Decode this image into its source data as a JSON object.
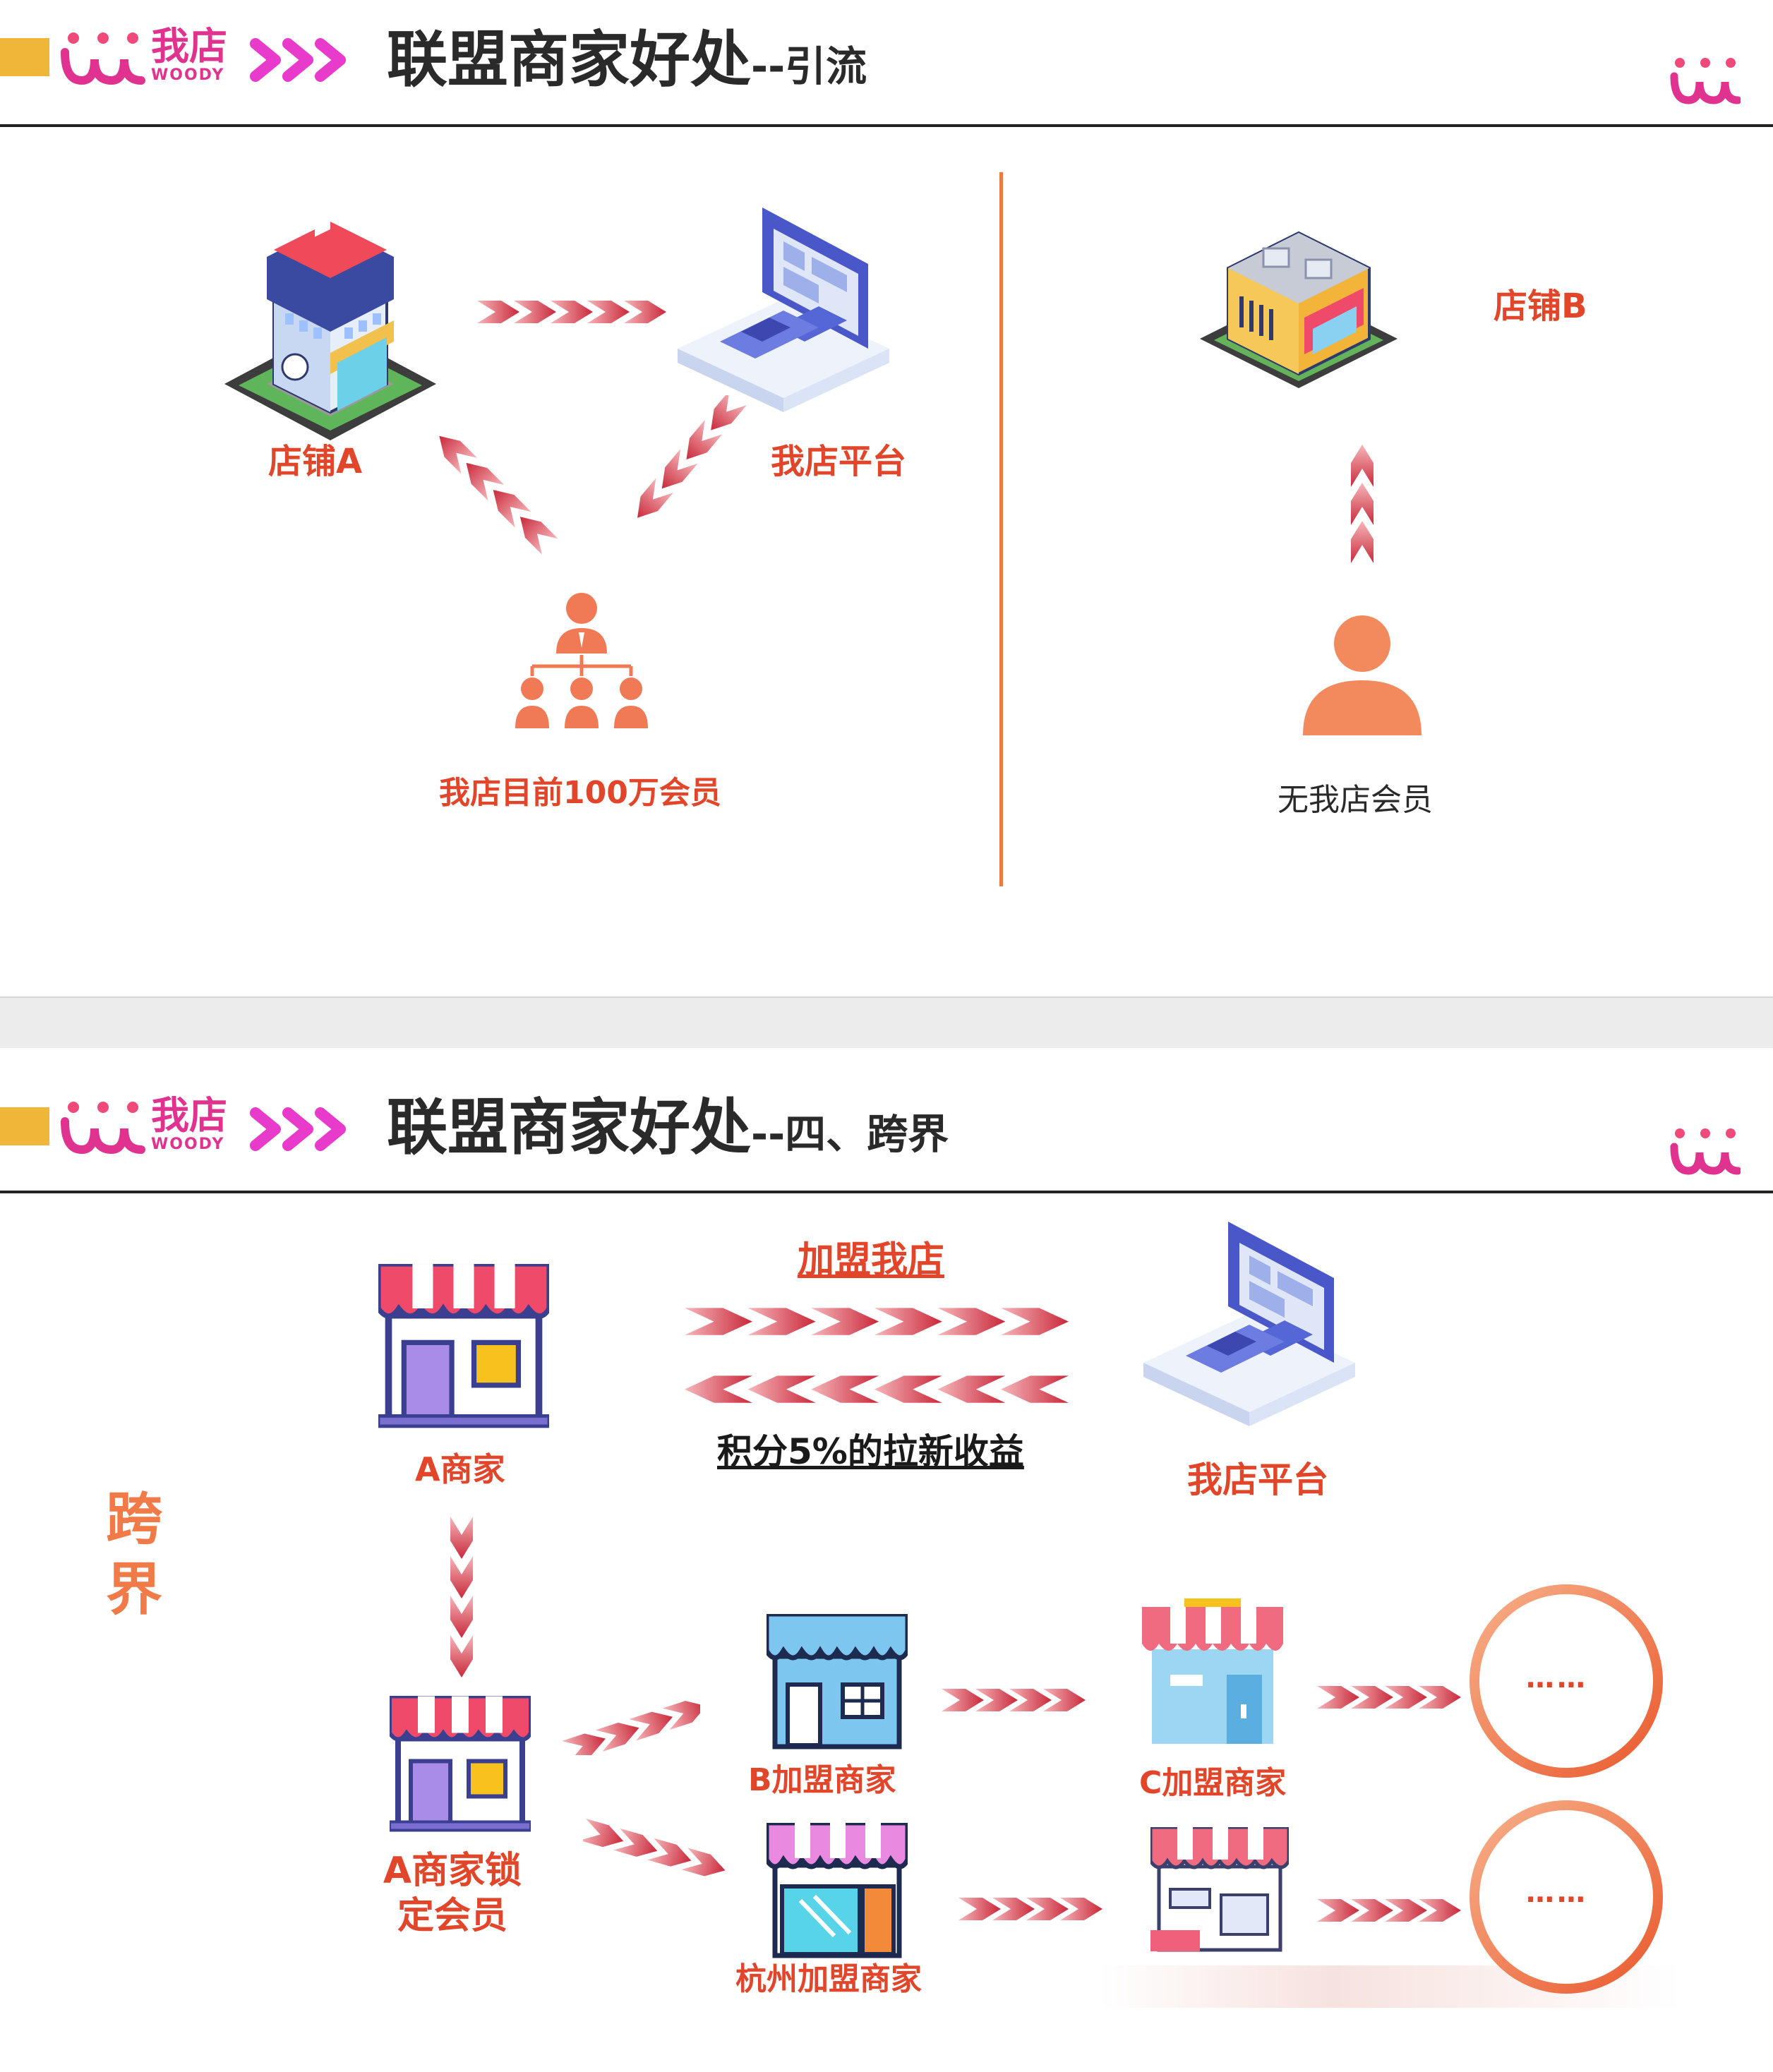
{
  "slide1": {
    "header": {
      "logo_cn": "我店",
      "logo_en": "WOODY",
      "title_main": "联盟商家好处",
      "title_sep": "--",
      "title_sub": "引流"
    },
    "left": {
      "store_a": "店铺A",
      "platform": "我店平台",
      "members": "我店目前100万会员"
    },
    "right": {
      "store_b": "店铺B",
      "no_members": "无我店会员"
    }
  },
  "slide2": {
    "header": {
      "logo_cn": "我店",
      "logo_en": "WOODY",
      "title_main": "联盟商家好处",
      "title_sep": "--",
      "title_sub": "四、跨界"
    },
    "side_label": "跨界",
    "a_merchant": "A商家",
    "join": "加盟我店",
    "revenue": "积分5%的拉新收益",
    "platform": "我店平台",
    "a_locked": "A商家锁定会员",
    "b_merchant": "B加盟商家",
    "c_merchant": "C加盟商家",
    "hz_merchant": "杭州加盟商家",
    "ellipsis_1": "……",
    "ellipsis_2": "……"
  },
  "colors": {
    "accent_red": "#e2462a",
    "accent_orange": "#ee7a43",
    "brand_pink": "#e0338f",
    "logo_yellow": "#f0b63a",
    "arrow_red": "#d8505a",
    "title_dark": "#2a2a2a"
  }
}
